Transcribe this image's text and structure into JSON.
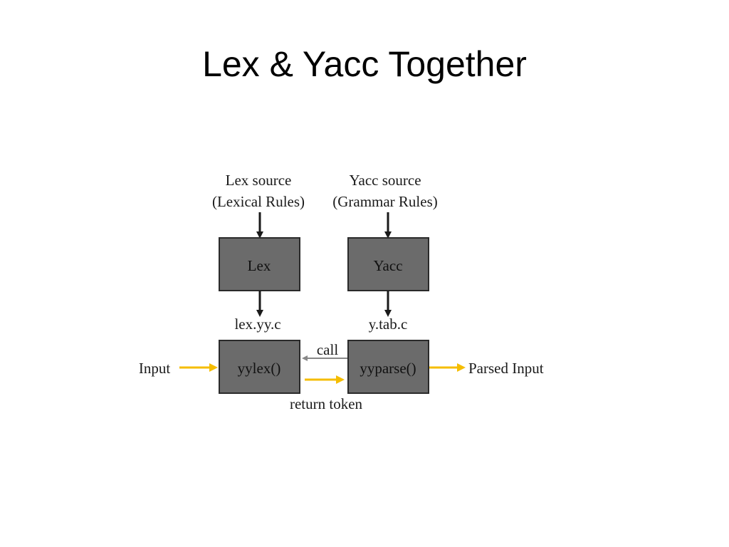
{
  "slide": {
    "title": "Lex & Yacc Together"
  },
  "diagram": {
    "lex_source_line1": "Lex source",
    "lex_source_line2": "(Lexical Rules)",
    "yacc_source_line1": "Yacc source",
    "yacc_source_line2": "(Grammar Rules)",
    "lex_box": "Lex",
    "yacc_box": "Yacc",
    "lex_output": "lex.yy.c",
    "yacc_output": "y.tab.c",
    "yylex_box": "yylex()",
    "yyparse_box": "yyparse()",
    "input_label": "Input",
    "parsed_input_label": "Parsed Input",
    "call_label": "call",
    "return_token_label": "return token",
    "colors": {
      "box_fill": "#6b6b6b",
      "arrow_black": "#1a1a1a",
      "arrow_gold": "#f5bd00",
      "arrow_gray": "#888888"
    }
  }
}
